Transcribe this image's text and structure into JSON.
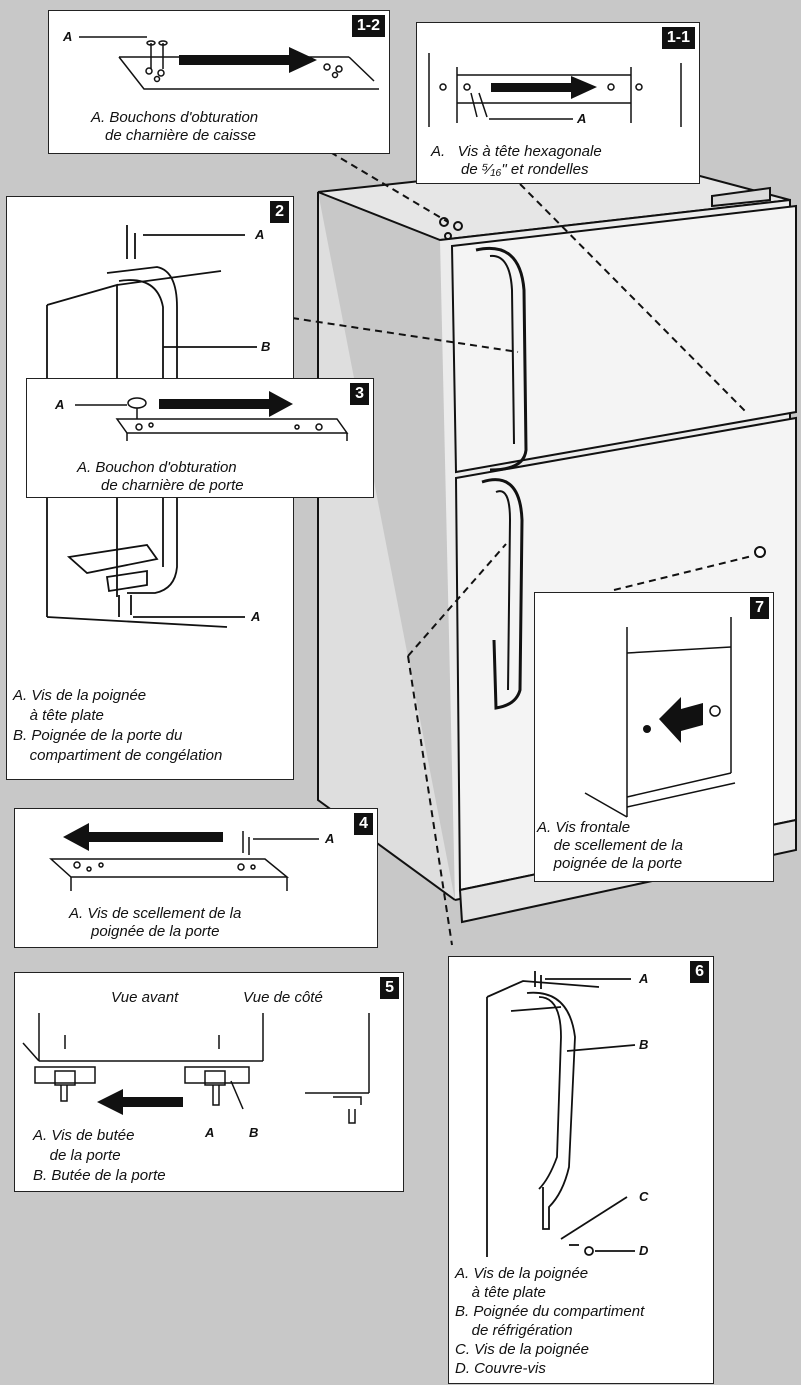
{
  "colors": {
    "background": "#c8c8c8",
    "panel": "#ffffff",
    "line": "#111111"
  },
  "panels": {
    "p1_2": {
      "badge": "1-2",
      "label_a": "A",
      "caption_1": "A. Bouchons d'obturation",
      "caption_2": "de charnière de caisse"
    },
    "p1_1": {
      "badge": "1-1",
      "label_a": "A",
      "caption_1": "A.   Vis à tête hexagonale",
      "caption_2": "de ⁵⁄₁₆\" et rondelles"
    },
    "p2": {
      "badge": "2",
      "label_a_top": "A",
      "label_b": "B",
      "label_a_bottom": "A",
      "caption": [
        "A. Vis de la poignée",
        "    à tête plate",
        "B. Poignée de la porte du",
        "    compartiment de congélation"
      ]
    },
    "p3": {
      "badge": "3",
      "label_a": "A",
      "caption_1": "A. Bouchon d'obturation",
      "caption_2": "de charnière de porte"
    },
    "p4": {
      "badge": "4",
      "label_a": "A",
      "caption_1": "A. Vis de scellement de la",
      "caption_2": "poignée de la porte"
    },
    "p5": {
      "badge": "5",
      "view_front": "Vue avant",
      "view_side": "Vue de côté",
      "label_a": "A",
      "label_b": "B",
      "caption": [
        "A. Vis de butée",
        "    de la porte",
        "B. Butée de la porte"
      ]
    },
    "p6": {
      "badge": "6",
      "label_a": "A",
      "label_b": "B",
      "label_c": "C",
      "label_d": "D",
      "caption": [
        "A. Vis de la poignée",
        "    à tête plate",
        "B. Poignée du compartiment",
        "    de réfrigération",
        "C. Vis de la poignée",
        "D. Couvre-vis"
      ]
    },
    "p7": {
      "badge": "7",
      "caption": [
        "A. Vis frontale",
        "    de scellement de la",
        "    poignée de la porte"
      ]
    }
  }
}
